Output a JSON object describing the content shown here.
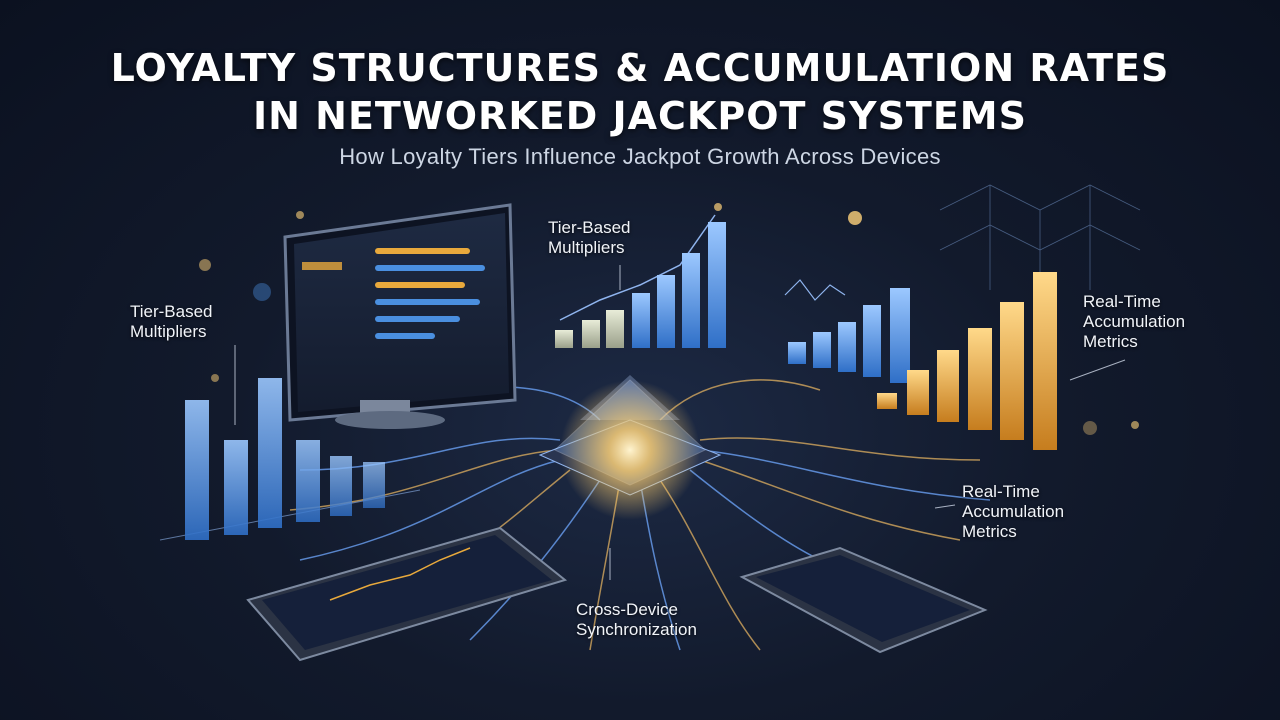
{
  "title_line1": "LOYALTY STRUCTURES & ACCUMULATION RATES",
  "title_line2": "IN NETWORKED JACKPOT SYSTEMS",
  "subtitle": "How Loyalty Tiers Influence Jackpot Growth Across Devices",
  "labels": {
    "left_line1": "Tier-Based",
    "left_line2": "Multipliers",
    "center_line1": "Tier-Based",
    "center_line2": "Multipliers",
    "right_top_line1": "Real-Time",
    "right_top_line2": "Accumulation",
    "right_top_line3": "Metrics",
    "right_mid_line1": "Real-Time",
    "right_mid_line2": "Accumulation",
    "right_mid_line3": "Metrics",
    "bottom_line1": "Cross-Device",
    "bottom_line2": "Synchronization"
  },
  "colors": {
    "background": "#121a2c",
    "blue_bar": "#4a8fe0",
    "gold_bar": "#e8a93c",
    "glow": "#ffd27a"
  }
}
